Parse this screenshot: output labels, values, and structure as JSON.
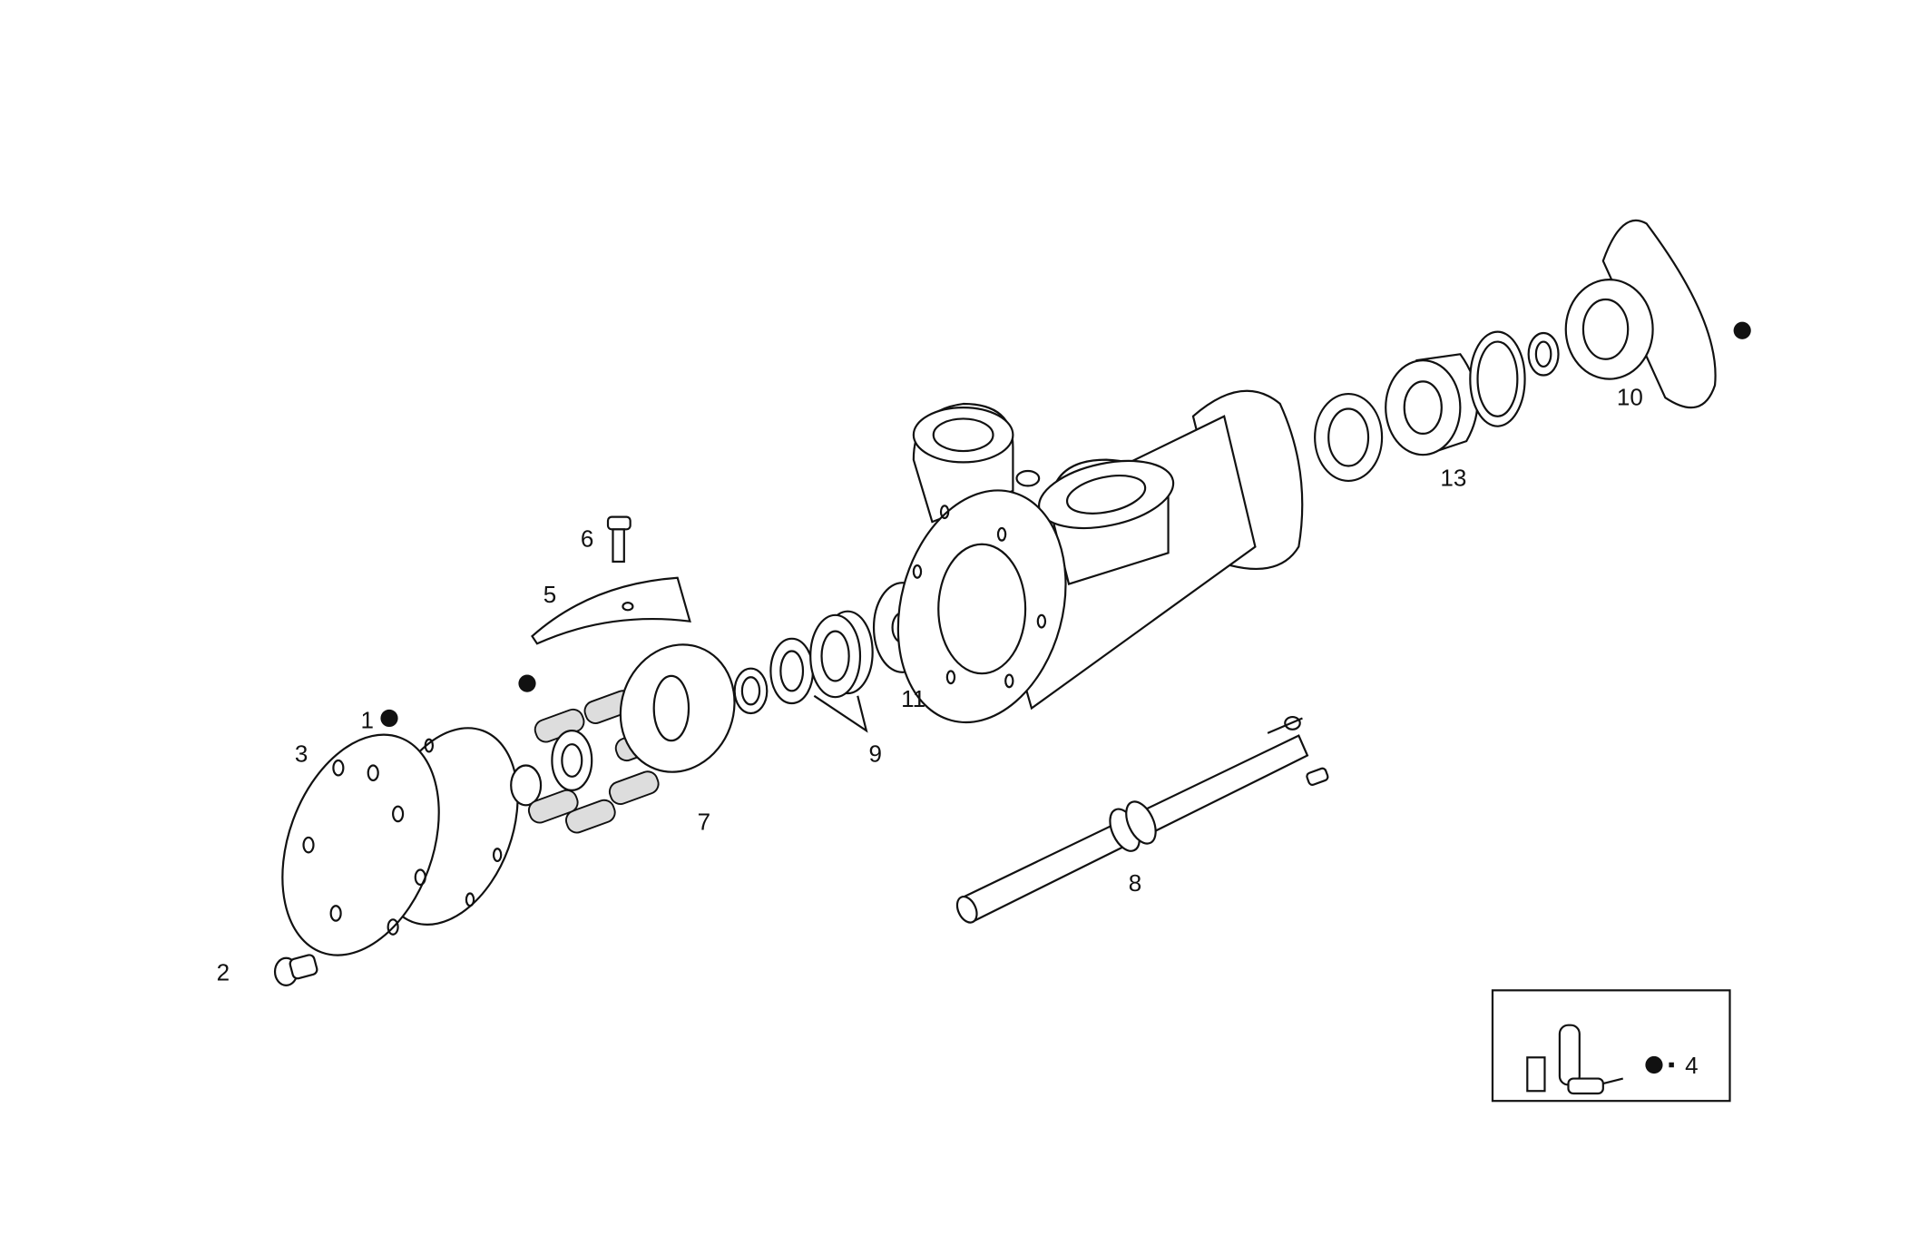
{
  "diagram": {
    "callouts": [
      {
        "id": "1",
        "text": "1",
        "marked": true
      },
      {
        "id": "2",
        "text": "2"
      },
      {
        "id": "3",
        "text": "3"
      },
      {
        "id": "5",
        "text": "5"
      },
      {
        "id": "6",
        "text": "6"
      },
      {
        "id": "7",
        "text": "7"
      },
      {
        "id": "8",
        "text": "8"
      },
      {
        "id": "9",
        "text": "9"
      },
      {
        "id": "10",
        "text": "10"
      },
      {
        "id": "11",
        "text": "11"
      },
      {
        "id": "13",
        "text": "13"
      }
    ],
    "legend": {
      "symbol": "filled-dot",
      "separator": "-",
      "text": "4"
    },
    "colors": {
      "ink": "#111111",
      "background": "#ffffff"
    }
  }
}
